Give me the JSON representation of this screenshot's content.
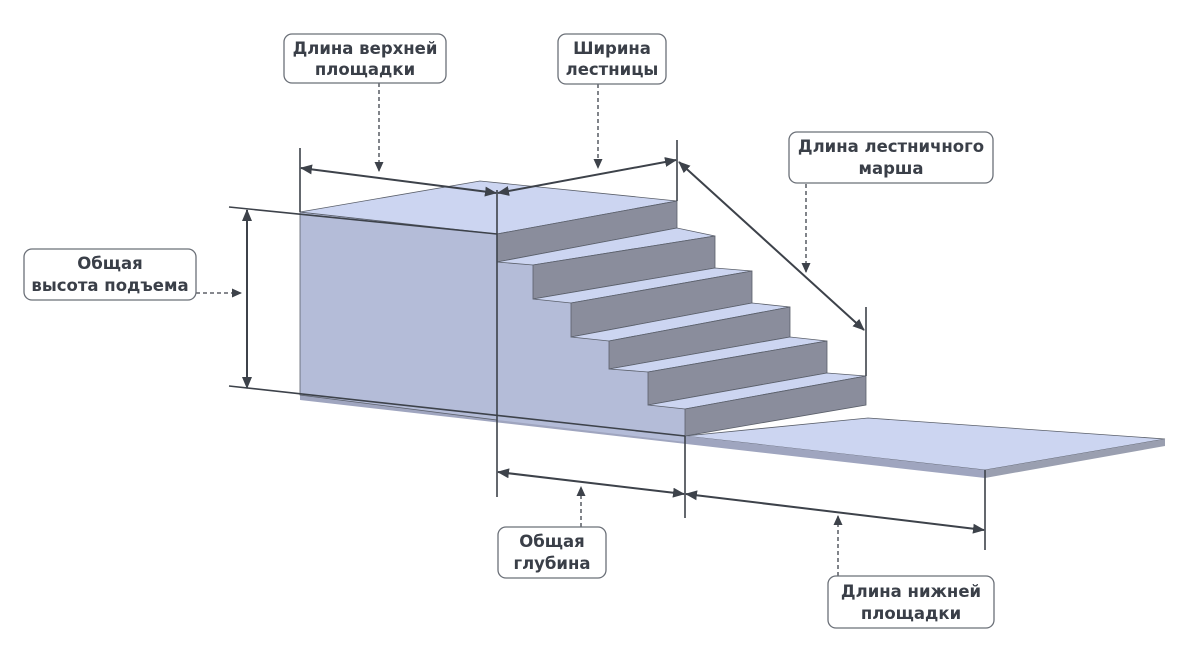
{
  "labels": {
    "top_landing_length": [
      "Длина верхней",
      "площадки"
    ],
    "stair_width": [
      "Ширина",
      "лестницы"
    ],
    "flight_length": [
      "Длина лестничного",
      "марша"
    ],
    "total_rise": [
      "Общая",
      "высота подъема"
    ],
    "total_depth": [
      "Общая",
      "глубина"
    ],
    "bottom_landing_length": [
      "Длина нижней",
      "площадки"
    ]
  },
  "colors": {
    "tread": "#ccd5f1",
    "riser": "#8a8d9c",
    "side": "#b4bcd8",
    "lower_side": "#9fa5bf",
    "landing_edge": "#9a9fb0",
    "dimension_line": "#3d424a",
    "label_text": "#3a3f48",
    "label_border": "#6b7078"
  }
}
